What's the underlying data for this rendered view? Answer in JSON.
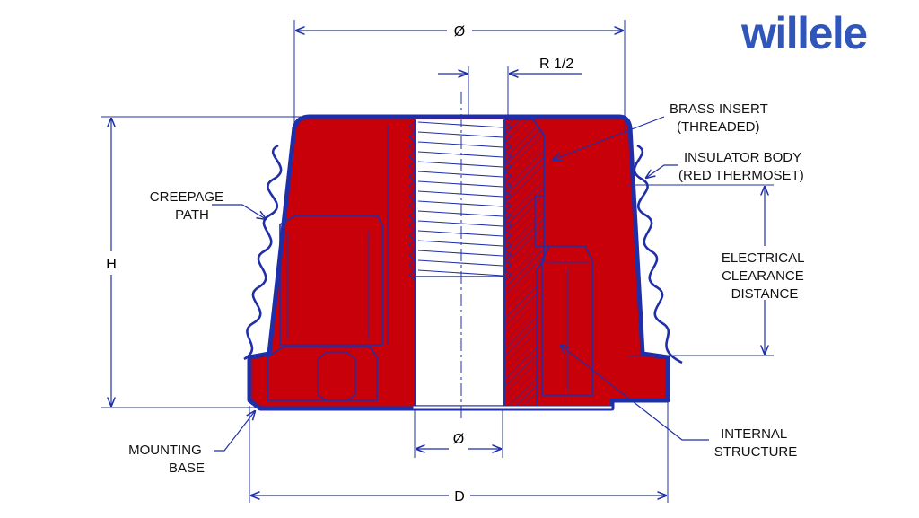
{
  "brand": {
    "name": "willele",
    "color": "#2f56b8"
  },
  "colors": {
    "line": "#1f2fa8",
    "body": "#c8000a",
    "cavity": "#ffffff"
  },
  "dimensions": {
    "top_diameter": "Ø",
    "thread": "R 1/2",
    "height": "H",
    "bore_diameter": "Ø",
    "base_diameter": "D"
  },
  "callouts": {
    "brass_insert": [
      "BRASS INSERT",
      "(THREADED)"
    ],
    "insulator_body": [
      "INSULATOR BODY",
      "(RED THERMOSET)"
    ],
    "creepage": [
      "CREEPAGE",
      "PATH"
    ],
    "clearance": [
      "ELECTRICAL",
      "CLEARANCE",
      "DISTANCE"
    ],
    "mounting": [
      "MOUNTING",
      "BASE"
    ],
    "internal": [
      "INTERNAL",
      "STRUCTURE"
    ]
  }
}
